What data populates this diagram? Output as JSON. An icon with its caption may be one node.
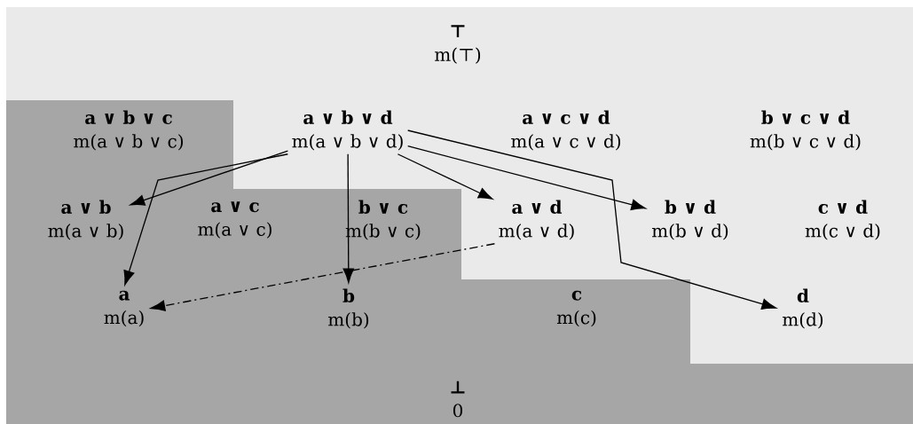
{
  "diagram": {
    "nodes": [
      {
        "text": [
          "⊤",
          "m(⊤)"
        ]
      },
      {
        "text": [
          "a ∨ b ∨ c",
          "m(a ∨ b ∨ c)"
        ]
      },
      {
        "text": [
          "a ∨ b ∨ d",
          "m(a ∨ b ∨ d)"
        ]
      },
      {
        "text": [
          "a ∨ c ∨ d",
          "m(a ∨ c ∨ d)"
        ]
      },
      {
        "text": [
          "b ∨ c ∨ d",
          "m(b ∨ c ∨ d)"
        ]
      },
      {
        "text": [
          "a ∨ b",
          "m(a ∨ b)"
        ]
      },
      {
        "text": [
          "a ∨ c",
          "m(a ∨ c)"
        ]
      },
      {
        "text": [
          "b ∨ c",
          "m(b ∨ c)"
        ]
      },
      {
        "text": [
          "a ∨ d",
          "m(a ∨ d)"
        ]
      },
      {
        "text": [
          "b ∨ d",
          "m(b ∨ d)"
        ]
      },
      {
        "text": [
          "c ∨ d",
          "m(c ∨ d)"
        ]
      },
      {
        "text": [
          "a",
          "m(a)"
        ]
      },
      {
        "text": [
          "b",
          "m(b)"
        ]
      },
      {
        "text": [
          "c",
          "m(c)"
        ]
      },
      {
        "text": [
          "d",
          "m(d)"
        ]
      },
      {
        "text": [
          "⊥",
          "0"
        ]
      }
    ],
    "edges": [
      {
        "from": 2,
        "to": 5,
        "arrow": "to"
      },
      {
        "from": 2,
        "to": 11,
        "arrow": "to"
      },
      {
        "from": 2,
        "to": 12,
        "arrow": "to"
      },
      {
        "from": 2,
        "to": 8,
        "arrow": "to"
      },
      {
        "from": 2,
        "to": 9,
        "arrow": "to"
      },
      {
        "from": 2,
        "to": 14,
        "arrow": "to"
      },
      {
        "from": 8,
        "to": 11,
        "arrow": "to",
        "style": "dashed"
      }
    ]
  }
}
